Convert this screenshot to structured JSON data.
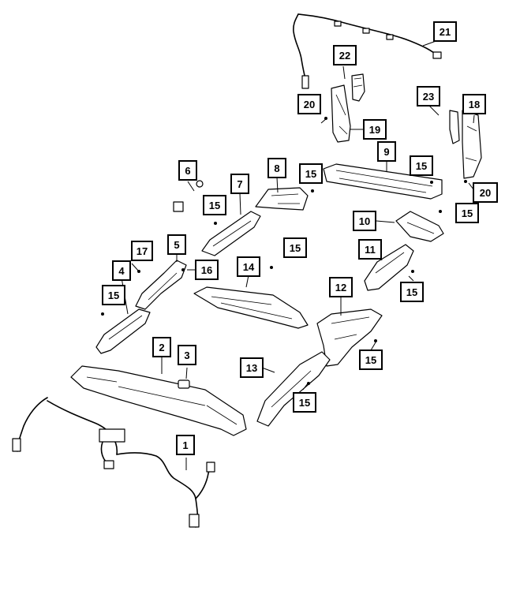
{
  "callouts": [
    {
      "id": "c1",
      "label": "1"
    },
    {
      "id": "c2",
      "label": "2"
    },
    {
      "id": "c3",
      "label": "3"
    },
    {
      "id": "c4",
      "label": "4"
    },
    {
      "id": "c5",
      "label": "5"
    },
    {
      "id": "c6",
      "label": "6"
    },
    {
      "id": "c7",
      "label": "7"
    },
    {
      "id": "c8",
      "label": "8"
    },
    {
      "id": "c9",
      "label": "9"
    },
    {
      "id": "c10",
      "label": "10"
    },
    {
      "id": "c11",
      "label": "11"
    },
    {
      "id": "c12",
      "label": "12"
    },
    {
      "id": "c13",
      "label": "13"
    },
    {
      "id": "c14",
      "label": "14"
    },
    {
      "id": "c15a",
      "label": "15"
    },
    {
      "id": "c15b",
      "label": "15"
    },
    {
      "id": "c15c",
      "label": "15"
    },
    {
      "id": "c15d",
      "label": "15"
    },
    {
      "id": "c15e",
      "label": "15"
    },
    {
      "id": "c15f",
      "label": "15"
    },
    {
      "id": "c15g",
      "label": "15"
    },
    {
      "id": "c15h",
      "label": "15"
    },
    {
      "id": "c15i",
      "label": "15"
    },
    {
      "id": "c16",
      "label": "16"
    },
    {
      "id": "c17",
      "label": "17"
    },
    {
      "id": "c18",
      "label": "18"
    },
    {
      "id": "c19",
      "label": "19"
    },
    {
      "id": "c20a",
      "label": "20"
    },
    {
      "id": "c20b",
      "label": "20"
    },
    {
      "id": "c21",
      "label": "21"
    },
    {
      "id": "c22",
      "label": "22"
    },
    {
      "id": "c23",
      "label": "23"
    }
  ]
}
